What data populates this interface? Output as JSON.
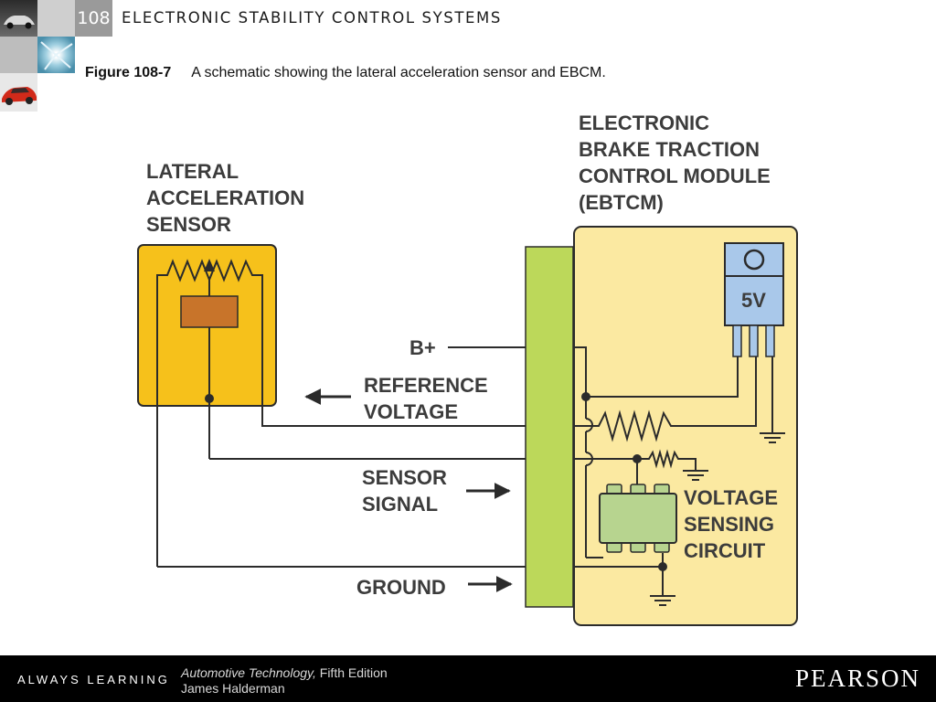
{
  "header": {
    "chapter_number": "108",
    "chapter_title": "ELECTRONIC STABILITY CONTROL SYSTEMS"
  },
  "caption": {
    "figure_number": "Figure 108-7",
    "text": "A schematic showing the lateral acceleration sensor and EBCM."
  },
  "diagram": {
    "sensor_label": [
      "LATERAL",
      "ACCELERATION",
      "SENSOR"
    ],
    "module_label": [
      "ELECTRONIC",
      "BRAKE TRACTION",
      "CONTROL MODULE",
      "(EBTCM)"
    ],
    "regulator_label": "5V",
    "bplus_label": "B+",
    "reference_label": [
      "REFERENCE",
      "VOLTAGE"
    ],
    "signal_label": [
      "SENSOR",
      "SIGNAL"
    ],
    "ground_label": "GROUND",
    "vsc_label": [
      "VOLTAGE",
      "SENSING",
      "CIRCUIT"
    ],
    "colors": {
      "sensor_fill": "#f6c11b",
      "module_fill": "#fbe9a1",
      "connector_fill": "#bcd85a",
      "regulator_fill": "#a9c8ea",
      "chip_fill": "#b7d48f",
      "element_fill": "#c8742a",
      "wire": "#2b2b2b"
    }
  },
  "footer": {
    "tagline": "ALWAYS LEARNING",
    "book_title": "Automotive Technology,",
    "edition": " Fifth Edition",
    "author": "James Halderman",
    "publisher": "PEARSON"
  }
}
